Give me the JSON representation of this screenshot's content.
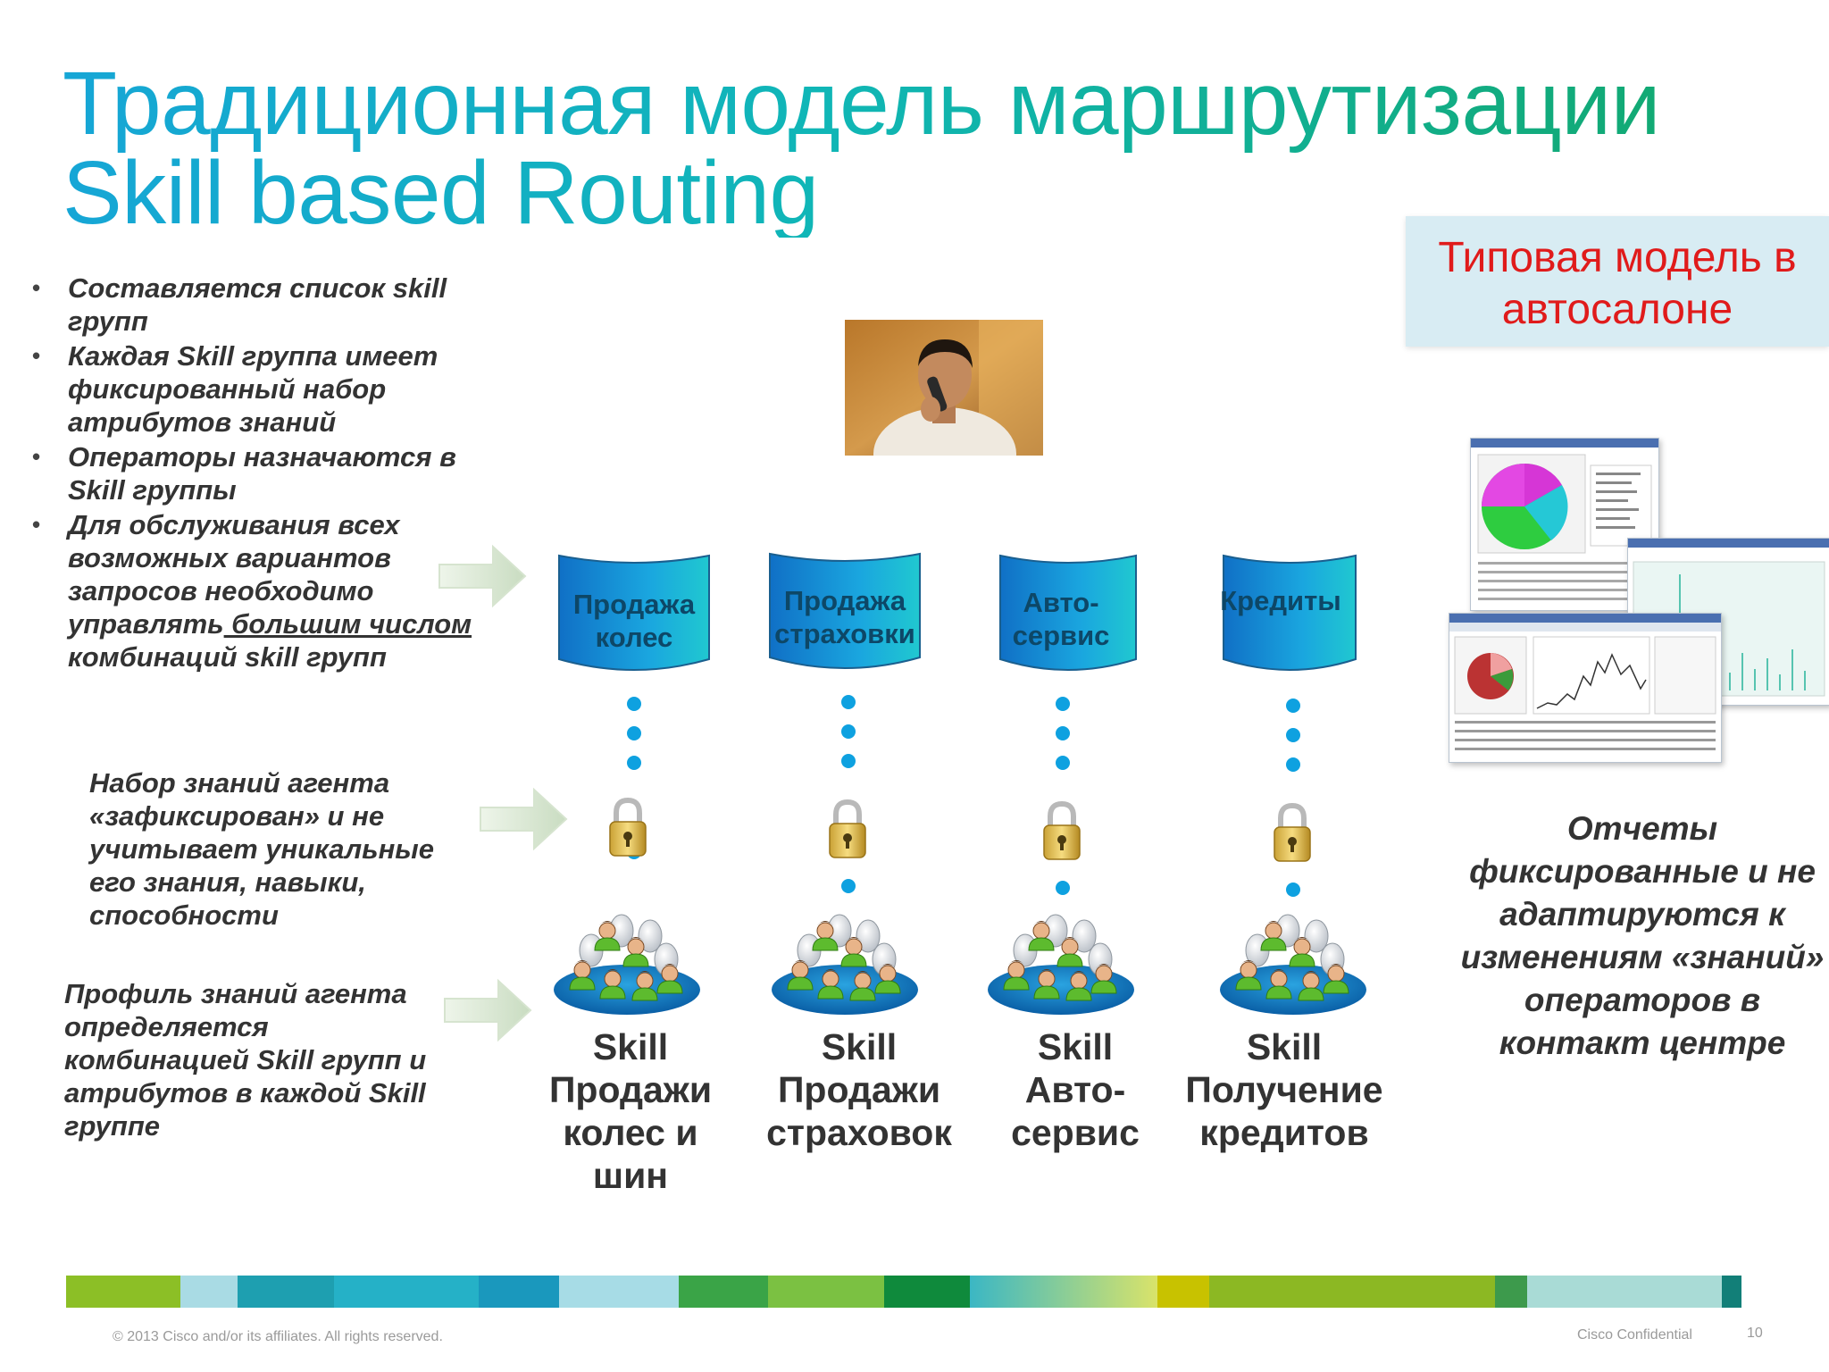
{
  "title": {
    "line1": "Традиционная модель маршрутизации",
    "line2": "Skill based Routing"
  },
  "callout": {
    "text": "Типовая модель в автосалоне"
  },
  "bullets": [
    {
      "text": "Составляется список  skill групп"
    },
    {
      "text": "Каждая Skill группа имеет фиксированный набор атрибутов знаний"
    },
    {
      "text": "Операторы назначаются в Skill группы"
    },
    {
      "text_before": "Для обслуживания всех возможных вариантов запросов необходимо управлять",
      "underlined": " большим числом ",
      "text_after": "комбинаций skill групп"
    }
  ],
  "notes": {
    "fixed_knowledge": "Набор знаний агента «зафиксирован» и не учитывает уникальные его знания, навыки, способности",
    "profile": "Профиль знаний агента определяется комбинацией Skill групп и атрибутов в каждой Skill группе"
  },
  "skill_groups": [
    {
      "queue": "Продажа колес",
      "skill": "Skill Продажи колес и шин"
    },
    {
      "queue": "Продажа страховки",
      "skill": "Skill Продажи страховок"
    },
    {
      "queue": "Авто-сервис",
      "skill": "Skill Авто-сервис"
    },
    {
      "queue": "Кредиты",
      "skill": "Skill Получение кредитов"
    }
  ],
  "reports_text": "Отчеты фиксированные и не адаптируются к изменениям «знаний» операторов в контакт центре",
  "icons": {
    "arrow": "right-arrow-icon",
    "lock": "padlock-icon",
    "agents": "agent-group-icon",
    "photo": "agent-on-phone-photo",
    "reports": "report-screenshots"
  },
  "colors": {
    "title_start": "#16a6d6",
    "title_end": "#12a86c",
    "callout_text": "#e01b1b",
    "callout_bg": "#d8ecf3",
    "cylinder": "#1a8fd6",
    "dots": "#0ea1e0"
  },
  "footer": {
    "copyright": "© 2013 Cisco and/or its affiliates. All rights reserved.",
    "confidential": "Cisco Confidential",
    "page": "10"
  }
}
